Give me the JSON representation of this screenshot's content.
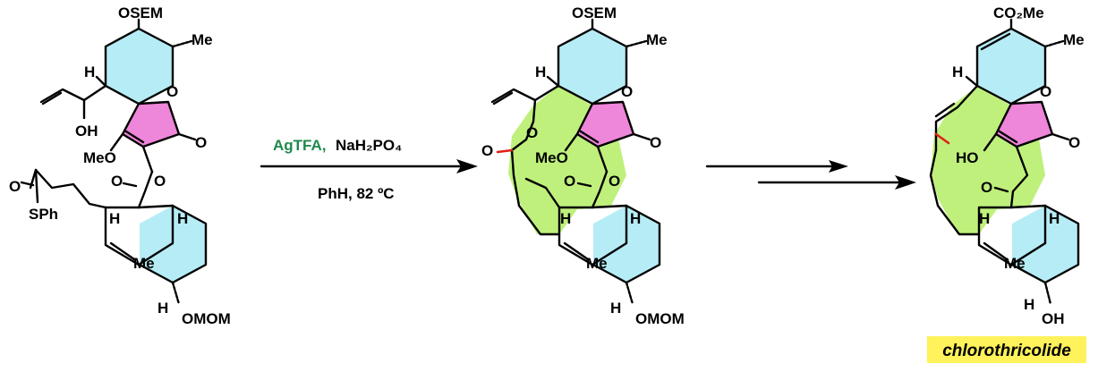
{
  "colors": {
    "ring_cyan": "#b6ecf6",
    "ring_pink": "#ee86d9",
    "macrocycle_green": "#bff07c",
    "label_yellow": "#fff25a",
    "reagent_green": "#1f8a4c",
    "new_bond_red": "#e0201a"
  },
  "left": {
    "osem": "OSEM",
    "me_top": "Me",
    "h_top": "H",
    "oh": "OH",
    "o_ring": "O",
    "o_carbonyl": "O",
    "meo": "MeO",
    "o_ester": "O",
    "o_ester2": "O",
    "o_thio": "O",
    "sph": "SPh",
    "h_mid1": "H",
    "h_mid2": "H",
    "me_mid": "Me",
    "h_low": "H",
    "omom": "OMOM"
  },
  "middle": {
    "osem": "OSEM",
    "me_top": "Me",
    "h_top": "H",
    "o_chain": "O",
    "o_ring_link": "O",
    "o_ring": "O",
    "o_carbonyl": "O",
    "meo": "MeO",
    "o_ester": "O",
    "o_ester2": "O",
    "h_mid1": "H",
    "h_mid2": "H",
    "me_mid": "Me",
    "h_low": "H",
    "omom": "OMOM"
  },
  "right": {
    "co2me": "CO₂Me",
    "me_top": "Me",
    "h_top": "H",
    "o_ring": "O",
    "o_carbonyl": "O",
    "ho": "HO",
    "o_ketone": "O",
    "h_mid1": "H",
    "h_mid2": "H",
    "me_mid": "Me",
    "h_low": "H",
    "oh": "OH",
    "product_name": "chlorothricolide"
  },
  "reaction1": {
    "reagent_green": "AgTFA,",
    "reagent_black": "NaH₂PO₄",
    "conditions": "PhH, 82 ºC"
  }
}
